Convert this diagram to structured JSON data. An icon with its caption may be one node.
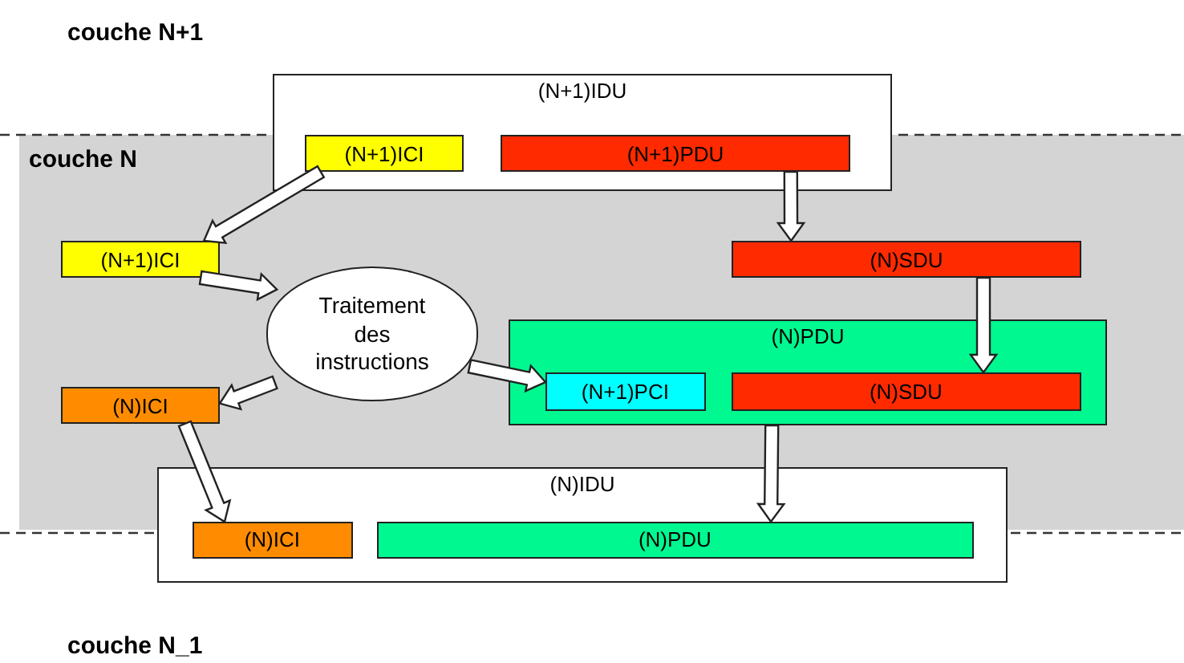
{
  "diagram": {
    "nodes": [
      {
        "text": [
          "couche N"
        ]
      },
      {
        "text": [
          "(N+1)IDU"
        ]
      },
      {
        "text": [
          "(N+1)ICI"
        ]
      },
      {
        "text": [
          "(N+1)PDU"
        ]
      },
      {
        "text": [
          "(N+1)ICI"
        ],
        "in": 0
      },
      {
        "text": [
          "Traitement des instructions"
        ],
        "in": 0
      },
      {
        "text": [
          "(N)ICI"
        ],
        "in": 0
      },
      {
        "text": [
          "(N)SDU"
        ],
        "in": 0
      },
      {
        "text": [
          "(N)PDU"
        ],
        "in": 0
      },
      {
        "text": [
          "(N+1)PCI"
        ],
        "in": 8
      },
      {
        "text": [
          "(N)SDU"
        ],
        "in": 8
      },
      {
        "text": [
          "(N)IDU"
        ]
      },
      {
        "text": [
          "(N)ICI"
        ],
        "in": 11
      },
      {
        "text": [
          "(N)PDU"
        ],
        "in": 11
      }
    ],
    "edges": [
      {
        "from": 2,
        "to": 4,
        "arrow": "to"
      },
      {
        "from": 3,
        "to": 7,
        "arrow": "to"
      },
      {
        "from": 4,
        "to": 5,
        "arrow": "to"
      },
      {
        "from": 5,
        "to": 9,
        "arrow": "to"
      },
      {
        "from": 5,
        "to": 6,
        "arrow": "to"
      },
      {
        "from": 6,
        "to": 12,
        "arrow": "to"
      },
      {
        "from": 7,
        "to": 10,
        "arrow": "to"
      },
      {
        "from": 8,
        "to": 13,
        "arrow": "to"
      }
    ],
    "labels": [
      "couche N+1",
      "couche N_1"
    ]
  }
}
